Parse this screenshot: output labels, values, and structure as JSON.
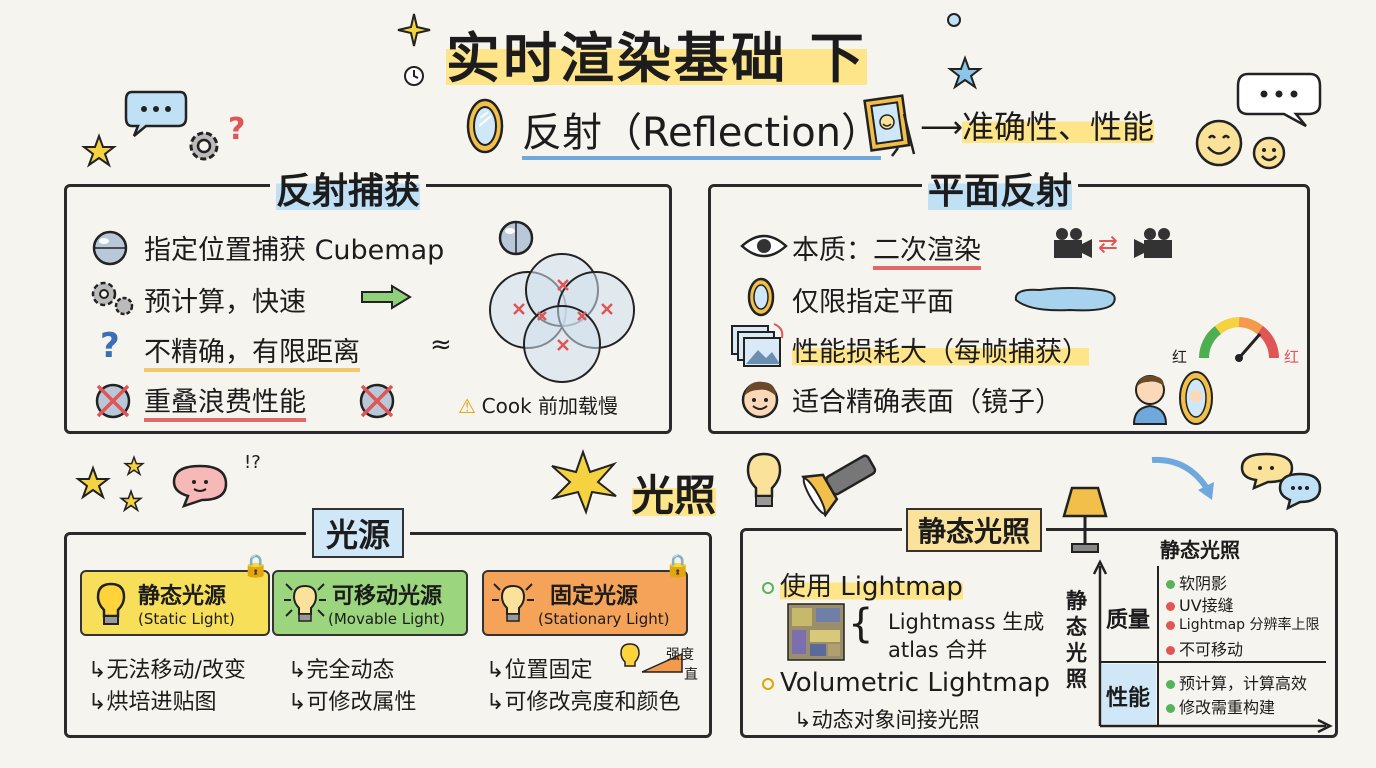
{
  "title": "实时渲染基础 下",
  "reflection": {
    "heading": "反射（Reflection）",
    "arrow_note": "准确性、性能"
  },
  "capture": {
    "heading": "反射捕获",
    "items": [
      "指定位置捕获 Cubemap",
      "预计算，快速",
      "不精确，有限距离",
      "重叠浪费性能"
    ],
    "warning": "Cook 前加载慢"
  },
  "planar": {
    "heading": "平面反射",
    "essence_label": "本质：",
    "essence_value": "二次渲染",
    "items": [
      "仅限指定平面",
      "性能损耗大（每帧捕获）",
      "适合精确表面（镜子）"
    ],
    "gauge_left": "红",
    "gauge_right": "红"
  },
  "lighting": {
    "heading": "光照"
  },
  "sources": {
    "heading": "光源",
    "static": {
      "name": "静态光源",
      "en": "(Static Light)",
      "notes": [
        "无法移动/改变",
        "烘培进贴图"
      ]
    },
    "movable": {
      "name": "可移动光源",
      "en": "(Movable Light)",
      "notes": [
        "完全动态",
        "可修改属性"
      ]
    },
    "stationary": {
      "name": "固定光源",
      "en": "(Stationary Light)",
      "notes": [
        "位置固定",
        "可修改亮度和颜色"
      ],
      "graph_top": "强度",
      "graph_bottom": "直"
    }
  },
  "static_lighting": {
    "heading": "静态光照",
    "lightmap": "使用 Lightmap",
    "lightmass": "Lightmass 生成",
    "atlas": "atlas 合并",
    "volumetric": "Volumetric Lightmap",
    "volumetric_note": "动态对象间接光照",
    "table": {
      "title": "静态光照",
      "axis": "静态光照",
      "quality_label": "质量",
      "quality_items": [
        "软阴影",
        "UV接缝",
        "Lightmap 分辨率上限",
        "不可移动"
      ],
      "perf_label": "性能",
      "perf_items": [
        "预计算，计算高效",
        "修改需重构建"
      ]
    }
  },
  "colors": {
    "green": "#57b35a",
    "red": "#e05555",
    "yellow": "#f5d340",
    "blue": "#6fa8dc",
    "orange": "#f39a4c"
  }
}
